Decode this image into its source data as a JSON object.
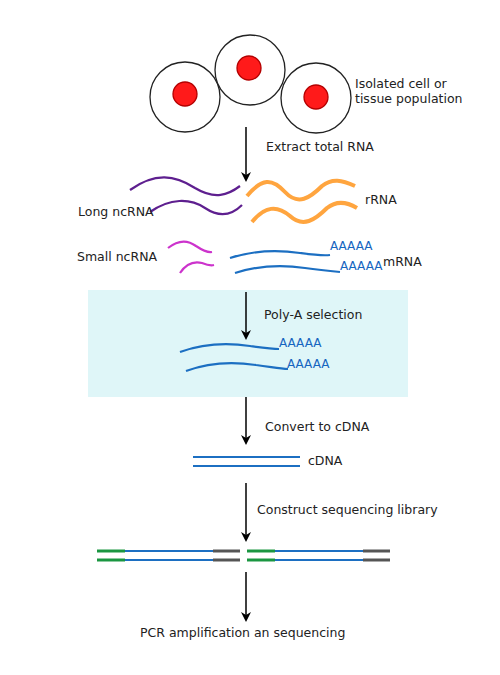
{
  "diagram": {
    "nodes": [
      {
        "text": [
          "Poly-A selection",
          "AAAAA",
          "AAAAA"
        ]
      }
    ],
    "labels": [
      "Isolated cell or tissue population",
      "Extract total RNA",
      "Long ncRNA",
      "rRNA",
      "Small ncRNA",
      "AAAAA",
      "AAAAA",
      "mRNA",
      "Convert to cDNA",
      "cDNA",
      "Construct sequencing library",
      "PCR amplification an sequencing"
    ]
  }
}
